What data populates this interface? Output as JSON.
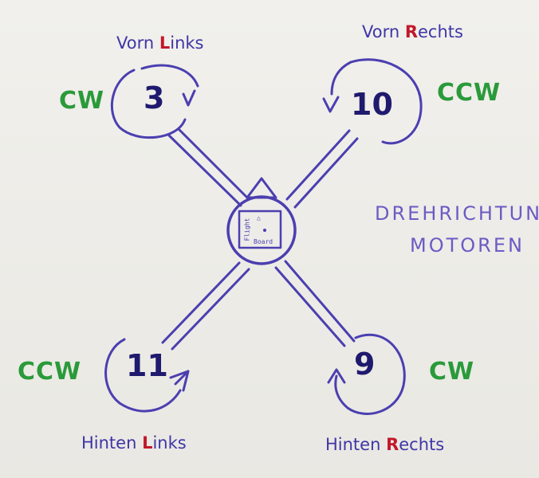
{
  "title": {
    "line1": "DREHRICHTUNG",
    "line2": "MOTOREN"
  },
  "board": {
    "arrow_glyph": "△",
    "text_left": "Flight",
    "text_bottom": "Board"
  },
  "motors": [
    {
      "id": "front-left",
      "label_main": "Vorn ",
      "label_accent": "L",
      "label_rest": "inks",
      "number": "3",
      "direction": "CW"
    },
    {
      "id": "front-right",
      "label_main": "Vorn ",
      "label_accent": "R",
      "label_rest": "echts",
      "number": "10",
      "direction": "CCW"
    },
    {
      "id": "rear-left",
      "label_main": "Hinten ",
      "label_accent": "L",
      "label_rest": "inks",
      "number": "11",
      "direction": "CCW"
    },
    {
      "id": "rear-right",
      "label_main": "Hinten ",
      "label_accent": "R",
      "label_rest": "echts",
      "number": "9",
      "direction": "CW"
    }
  ],
  "colors": {
    "pen": "#4b3fb0",
    "direction": "#2a9a3a",
    "accent_letter": "#c2182b",
    "number": "#1f1a6e",
    "paper": "#ecebe6"
  }
}
